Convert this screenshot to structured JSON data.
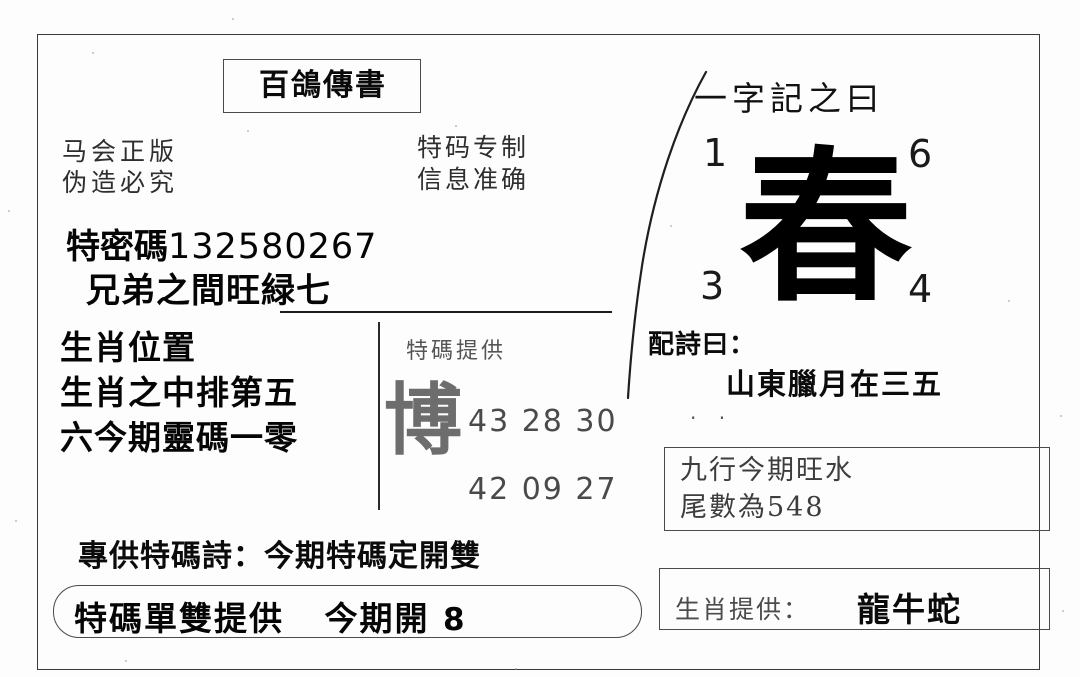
{
  "document": {
    "title": "百鴿傳書",
    "top_left_notice": "马会正版\n伪造必究",
    "top_left_notice_line1": "马会正版",
    "top_left_notice_line2": "伪造必究",
    "top_right_notice_line1": "特码专制",
    "top_right_notice_line2": "信息准确"
  },
  "secret": {
    "label": "特密碼",
    "digits": "132580267",
    "brother_line": "兄弟之間旺緑七"
  },
  "zodiac": {
    "line1": "生肖位置",
    "line2": "生肖之中排第五",
    "line3": "六今期靈碼一零"
  },
  "supply": {
    "title": "特碼提供",
    "watermark_char": "博",
    "numbers_row1": "43 28  30",
    "numbers_row2": "42 09  27",
    "numbers": [
      "43",
      "28",
      "30",
      "42",
      "09",
      "27"
    ]
  },
  "oneword": {
    "title": "一字記之曰",
    "glyph": "春",
    "corner_top_left": "1",
    "corner_top_right": "6",
    "corner_bottom_left": "3",
    "corner_bottom_right": "4",
    "corners": [
      "1",
      "6",
      "3",
      "4"
    ]
  },
  "poem": {
    "label": "配詩曰：",
    "text": "山東臘月在三五",
    "dots": ". ."
  },
  "right_box_1": {
    "line1": "九行今期旺水",
    "line2": "尾數為548"
  },
  "right_box_2": {
    "label": "生肖提供：",
    "value": "龍牛蛇"
  },
  "bottom": {
    "poem_line": "專供特碼詩：今期特碼定開雙",
    "pill_label": "特碼單雙提供",
    "pill_result_label": "今期開",
    "pill_result_number": "8"
  }
}
